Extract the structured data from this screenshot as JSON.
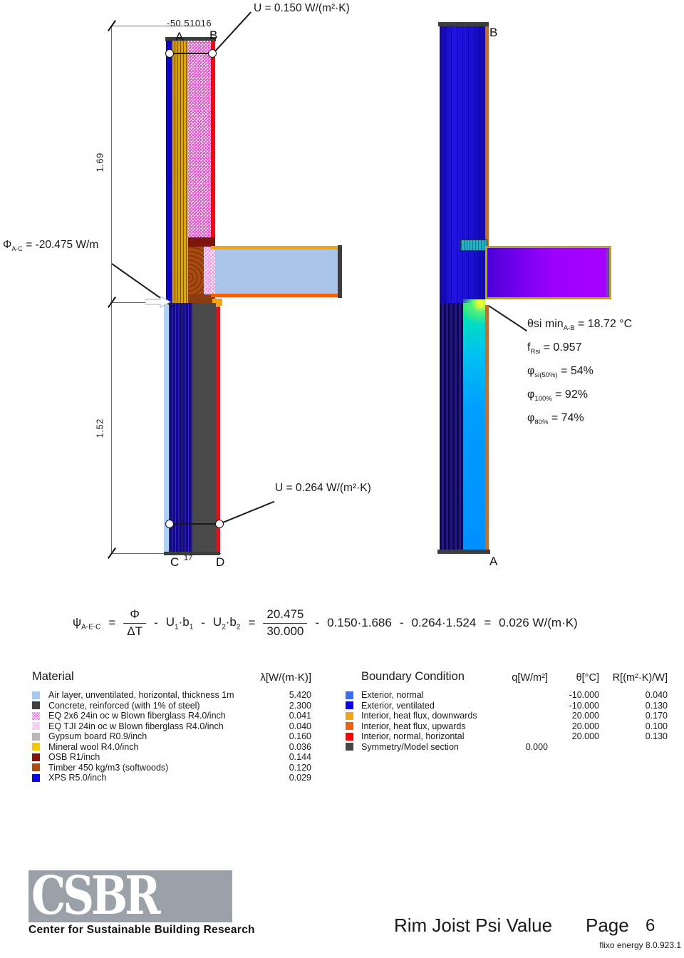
{
  "left": {
    "dim_top": "-50 51016",
    "dim_upper": "1.69",
    "dim_lower": "1.52",
    "label_a": "A",
    "label_b": "B",
    "label_c": "C",
    "label_c_small": "17",
    "label_d": "D",
    "u_top": "U = 0.150 W/(m²·K)",
    "u_bottom": "U = 0.264 W/(m²·K)",
    "phi_sym": "Φ",
    "phi_sub": "A-C",
    "phi_val": "= -20.475 W/m"
  },
  "right": {
    "label_b": "B",
    "label_a": "A",
    "theta_lines": [
      {
        "sym": "θsi min",
        "sub": "A-B",
        "val": "= 18.72 °C"
      },
      {
        "sym": "f",
        "sub": "Rsi",
        "val": "= 0.957"
      },
      {
        "sym": "φ",
        "sub": "si(50%)",
        "val": "= 54%"
      },
      {
        "sym": "φ",
        "sub": "100%",
        "val": "= 92%"
      },
      {
        "sym": "φ",
        "sub": "80%",
        "val": "= 74%"
      }
    ]
  },
  "formula": {
    "psi": "ψ",
    "psi_sub": "A-E-C",
    "eq": "=",
    "minus": "-",
    "f1_num": "Φ",
    "f1_den": "ΔT",
    "u_sym": "U",
    "b_sym": "·b",
    "sub1": "1",
    "sub2": "2",
    "f2_num": "20.475",
    "f2_den": "30.000",
    "t3": "0.150·1.686",
    "t4": "0.264·1.524",
    "result": "0.026 W/(m·K)"
  },
  "materials": {
    "title": "Material",
    "lambda_header": "λ[W/(m·K)]",
    "rows": [
      {
        "color": "#a8c9f2",
        "name": "Air layer, unventilated, horizontal, thickness 1m",
        "value": "5.420"
      },
      {
        "color": "#3e3e3e",
        "name": "Concrete, reinforced (with 1% of steel)",
        "value": "2.300"
      },
      {
        "color": "#ee5fd6",
        "hatch": true,
        "name": "EQ 2x6 24in oc w Blown fiberglass R4.0/inch",
        "value": "0.041"
      },
      {
        "color": "#f4aae8",
        "hatch": true,
        "name": "EQ TJI 24in oc w Blown fiberglass R4.0/inch",
        "value": "0.040"
      },
      {
        "color": "#b8b8b8",
        "name": "Gypsum board R0.9/inch",
        "value": "0.160"
      },
      {
        "color": "#f8c800",
        "name": "Mineral wool R4.0/inch",
        "value": "0.036"
      },
      {
        "color": "#881008",
        "name": "OSB R1/inch",
        "value": "0.144"
      },
      {
        "color": "#b54a10",
        "name": "Timber 450 kg/m3 (softwoods)",
        "value": "0.120"
      },
      {
        "color": "#0d04e8",
        "name": "XPS R5.0/inch",
        "value": "0.029"
      }
    ]
  },
  "boundary": {
    "title": "Boundary Condition",
    "q_header": "q[W/m²]",
    "theta_header": "θ[°C]",
    "r_header": "R[(m²·K)/W]",
    "rows": [
      {
        "color": "#3b6cf0",
        "name": "Exterior, normal",
        "q": "",
        "theta": "-10.000",
        "r": "0.040"
      },
      {
        "color": "#0b00e6",
        "name": "Exterior, ventilated",
        "q": "",
        "theta": "-10.000",
        "r": "0.130"
      },
      {
        "color": "#f0a50f",
        "name": "Interior, heat flux, downwards",
        "q": "",
        "theta": "20.000",
        "r": "0.170"
      },
      {
        "color": "#f06008",
        "name": "Interior, heat flux, upwards",
        "q": "",
        "theta": "20.000",
        "r": "0.100"
      },
      {
        "color": "#f50505",
        "name": "Interior, normal, horizontal",
        "q": "",
        "theta": "20.000",
        "r": "0.130"
      },
      {
        "color": "#474747",
        "name": "Symmetry/Model section",
        "q": "0.000",
        "theta": "",
        "r": ""
      }
    ]
  },
  "logo": {
    "acronym": "CSBR",
    "tagline": "Center for Sustainable Building Research",
    "box_color": "#9aa1a9"
  },
  "footer": {
    "title": "Rim Joist Psi Value",
    "page_label": "Page",
    "page_number": "6",
    "app_version": "flixo energy 8.0.923.1"
  }
}
